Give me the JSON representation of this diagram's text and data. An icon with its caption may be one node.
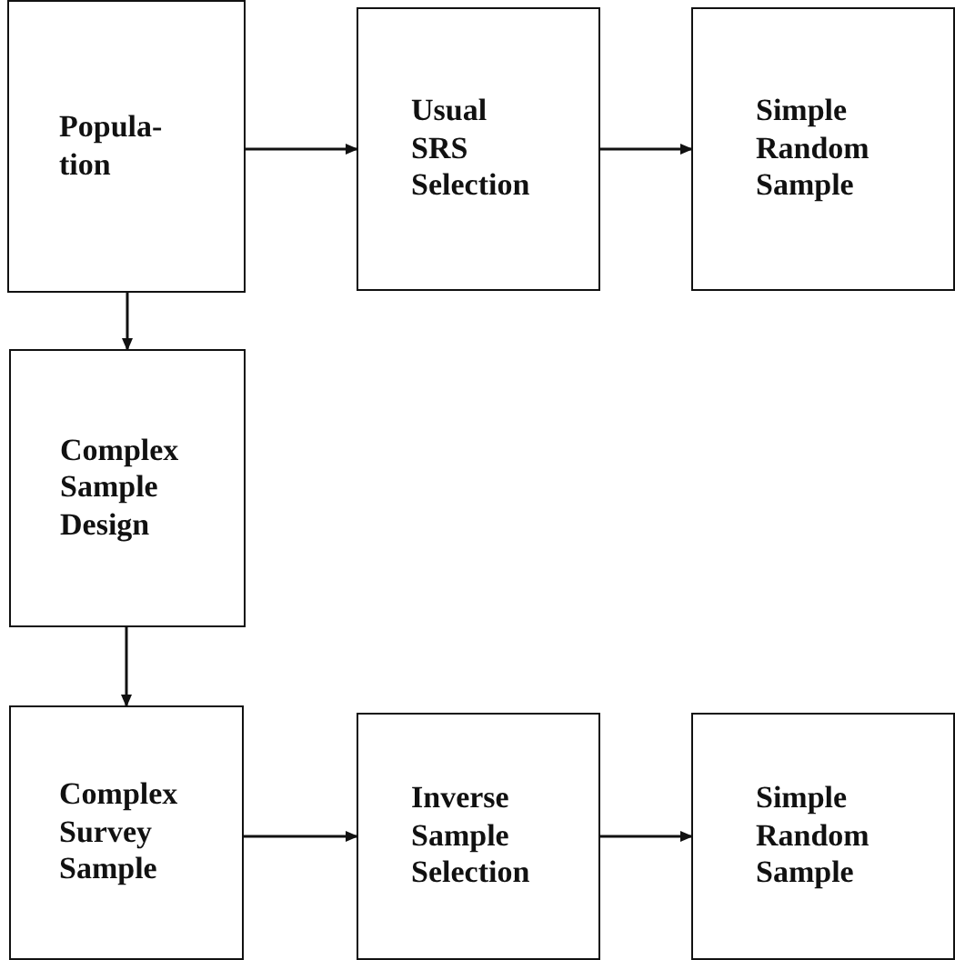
{
  "diagram": {
    "nodes": [
      {
        "text": [
          "Popula- tion"
        ]
      },
      {
        "text": [
          "Usual SRS Selection"
        ]
      },
      {
        "text": [
          "Simple Random Sample"
        ]
      },
      {
        "text": [
          "Complex Sample Design"
        ]
      },
      {
        "text": [
          "Complex Survey Sample"
        ]
      },
      {
        "text": [
          "Inverse Sample Selection"
        ]
      },
      {
        "text": [
          "Simple Random Sample"
        ]
      }
    ],
    "edges": [
      {
        "from": 0,
        "to": 1,
        "arrow": "to"
      },
      {
        "from": 1,
        "to": 2,
        "arrow": "to"
      },
      {
        "from": 0,
        "to": 3,
        "arrow": "to"
      },
      {
        "from": 3,
        "to": 4,
        "arrow": "to"
      },
      {
        "from": 4,
        "to": 5,
        "arrow": "to"
      },
      {
        "from": 5,
        "to": 6,
        "arrow": "to"
      }
    ]
  }
}
